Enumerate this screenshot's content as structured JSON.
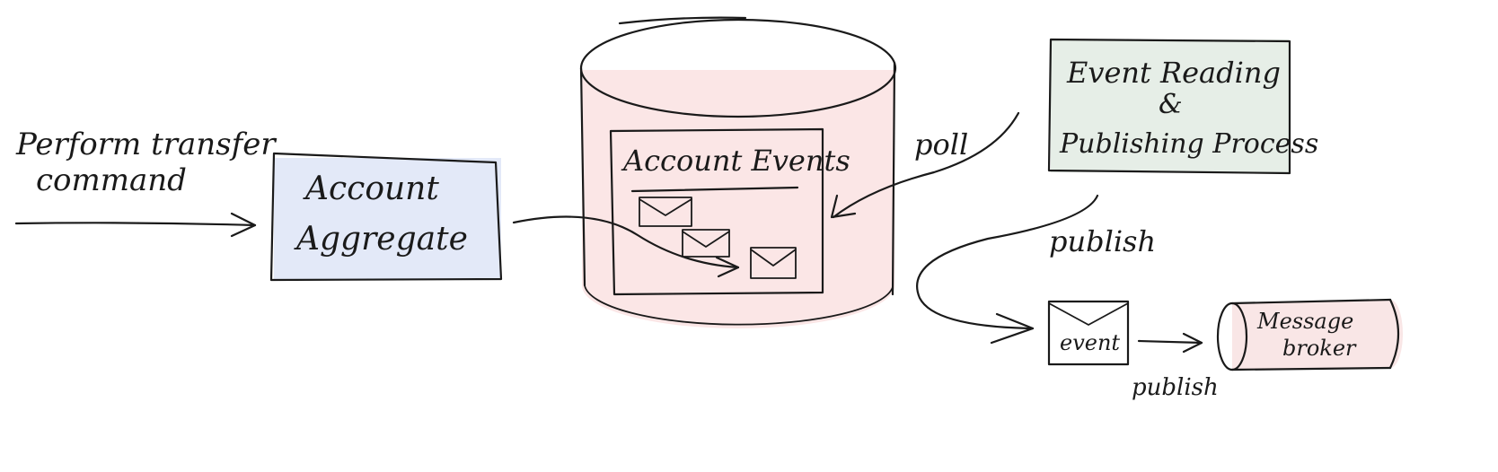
{
  "command": {
    "line1": "Perform transfer",
    "line2": "command"
  },
  "aggregate": {
    "line1": "Account",
    "line2": "Aggregate"
  },
  "event_store": {
    "title": "Account Events"
  },
  "process": {
    "line1": "Event Reading",
    "line2": "&",
    "line3": "Publishing Process"
  },
  "labels": {
    "poll": "poll",
    "publish_main": "publish",
    "publish_small": "publish"
  },
  "event_card": {
    "label": "event"
  },
  "broker": {
    "line1": "Message",
    "line2": "broker"
  },
  "colors": {
    "aggregate_fill": "#e3e9f8",
    "cylinder_fill": "#fbe6e6",
    "process_fill": "#e6eee7",
    "envelope_fill": "#f6ebbf",
    "event_card_fill": "#fbf6e0",
    "broker_fill": "#f9e6e6"
  }
}
